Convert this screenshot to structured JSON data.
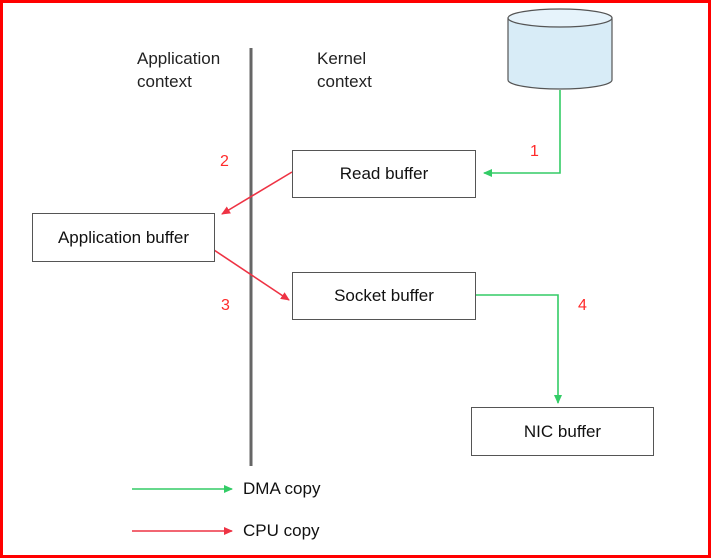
{
  "contexts": {
    "application": "Application\ncontext",
    "kernel": "Kernel\ncontext"
  },
  "boxes": {
    "read_buffer": "Read buffer",
    "application_buffer": "Application buffer",
    "socket_buffer": "Socket buffer",
    "nic_buffer": "NIC buffer"
  },
  "steps": {
    "step1": "1",
    "step2": "2",
    "step3": "3",
    "step4": "4"
  },
  "legend": {
    "dma": "DMA copy",
    "cpu": "CPU copy"
  },
  "colors": {
    "dma": "#33cc66",
    "cpu": "#ee3344",
    "frame": "#ff0000",
    "disk_fill": "#d8ecf7"
  }
}
